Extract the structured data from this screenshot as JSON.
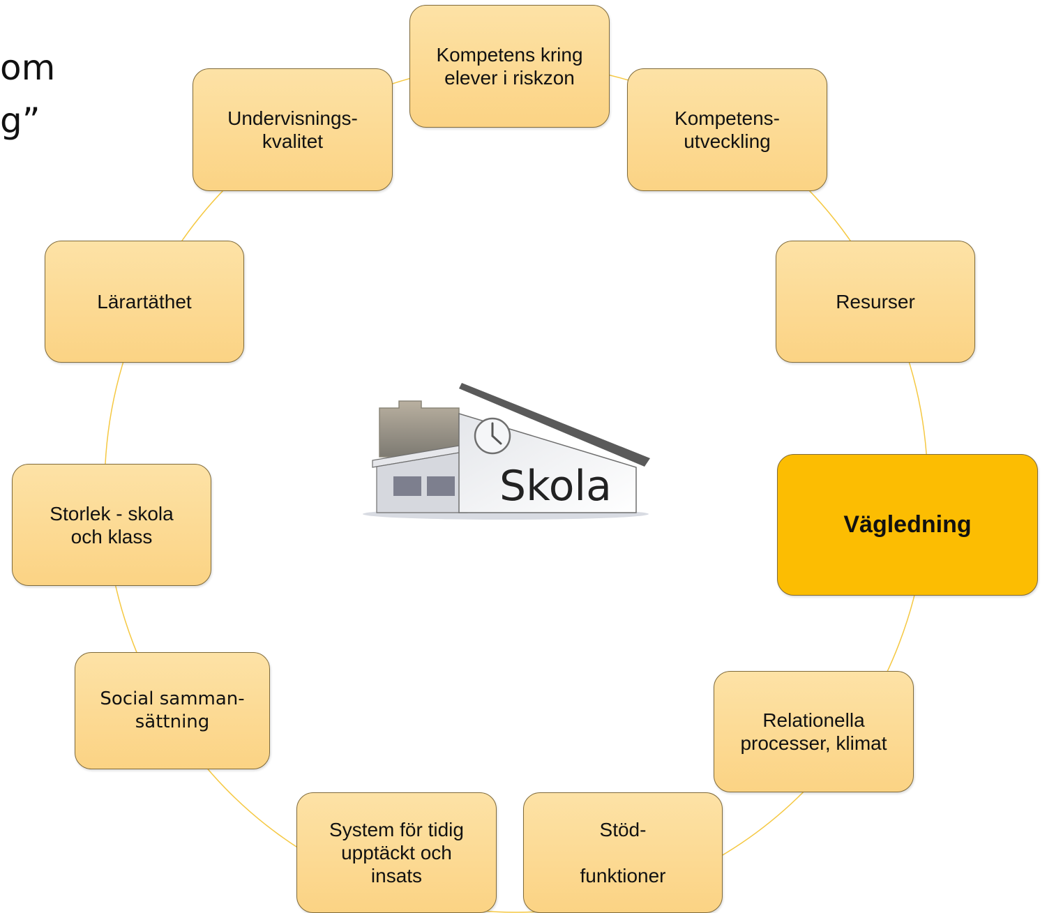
{
  "title_fragment": {
    "line1": "om",
    "line2": "g”"
  },
  "center": {
    "label": "Skola",
    "icon": "school-building-icon"
  },
  "colors": {
    "node_fill": "#fbd384",
    "highlight_fill": "#fcbd02",
    "connector": "#f5c842",
    "border": "#7f6a3a"
  },
  "nodes": [
    {
      "id": "kompetens-kring-elever",
      "label": "Kompetens kring\nelever i riskzon"
    },
    {
      "id": "kompetensutveckling",
      "label": "Kompetens-\nutveckling"
    },
    {
      "id": "resurser",
      "label": "Resurser"
    },
    {
      "id": "vagledning",
      "label": "Vägledning",
      "highlighted": true
    },
    {
      "id": "relationella-processer",
      "label": "Relationella\nprocesser, klimat"
    },
    {
      "id": "stodfunktioner",
      "label": "Stöd-\n\nfunktioner"
    },
    {
      "id": "system-tidig-upptackt",
      "label": "System för tidig\nupptäckt och\ninsats"
    },
    {
      "id": "social-sammansattning",
      "label": "Social samman-\nsättning"
    },
    {
      "id": "storlek-skola-klass",
      "label": "Storlek - skola\noch klass"
    },
    {
      "id": "larartathet",
      "label": "Lärartäthet"
    },
    {
      "id": "undervisningskvalitet",
      "label": "Undervisnings-\nkvalitet"
    }
  ]
}
